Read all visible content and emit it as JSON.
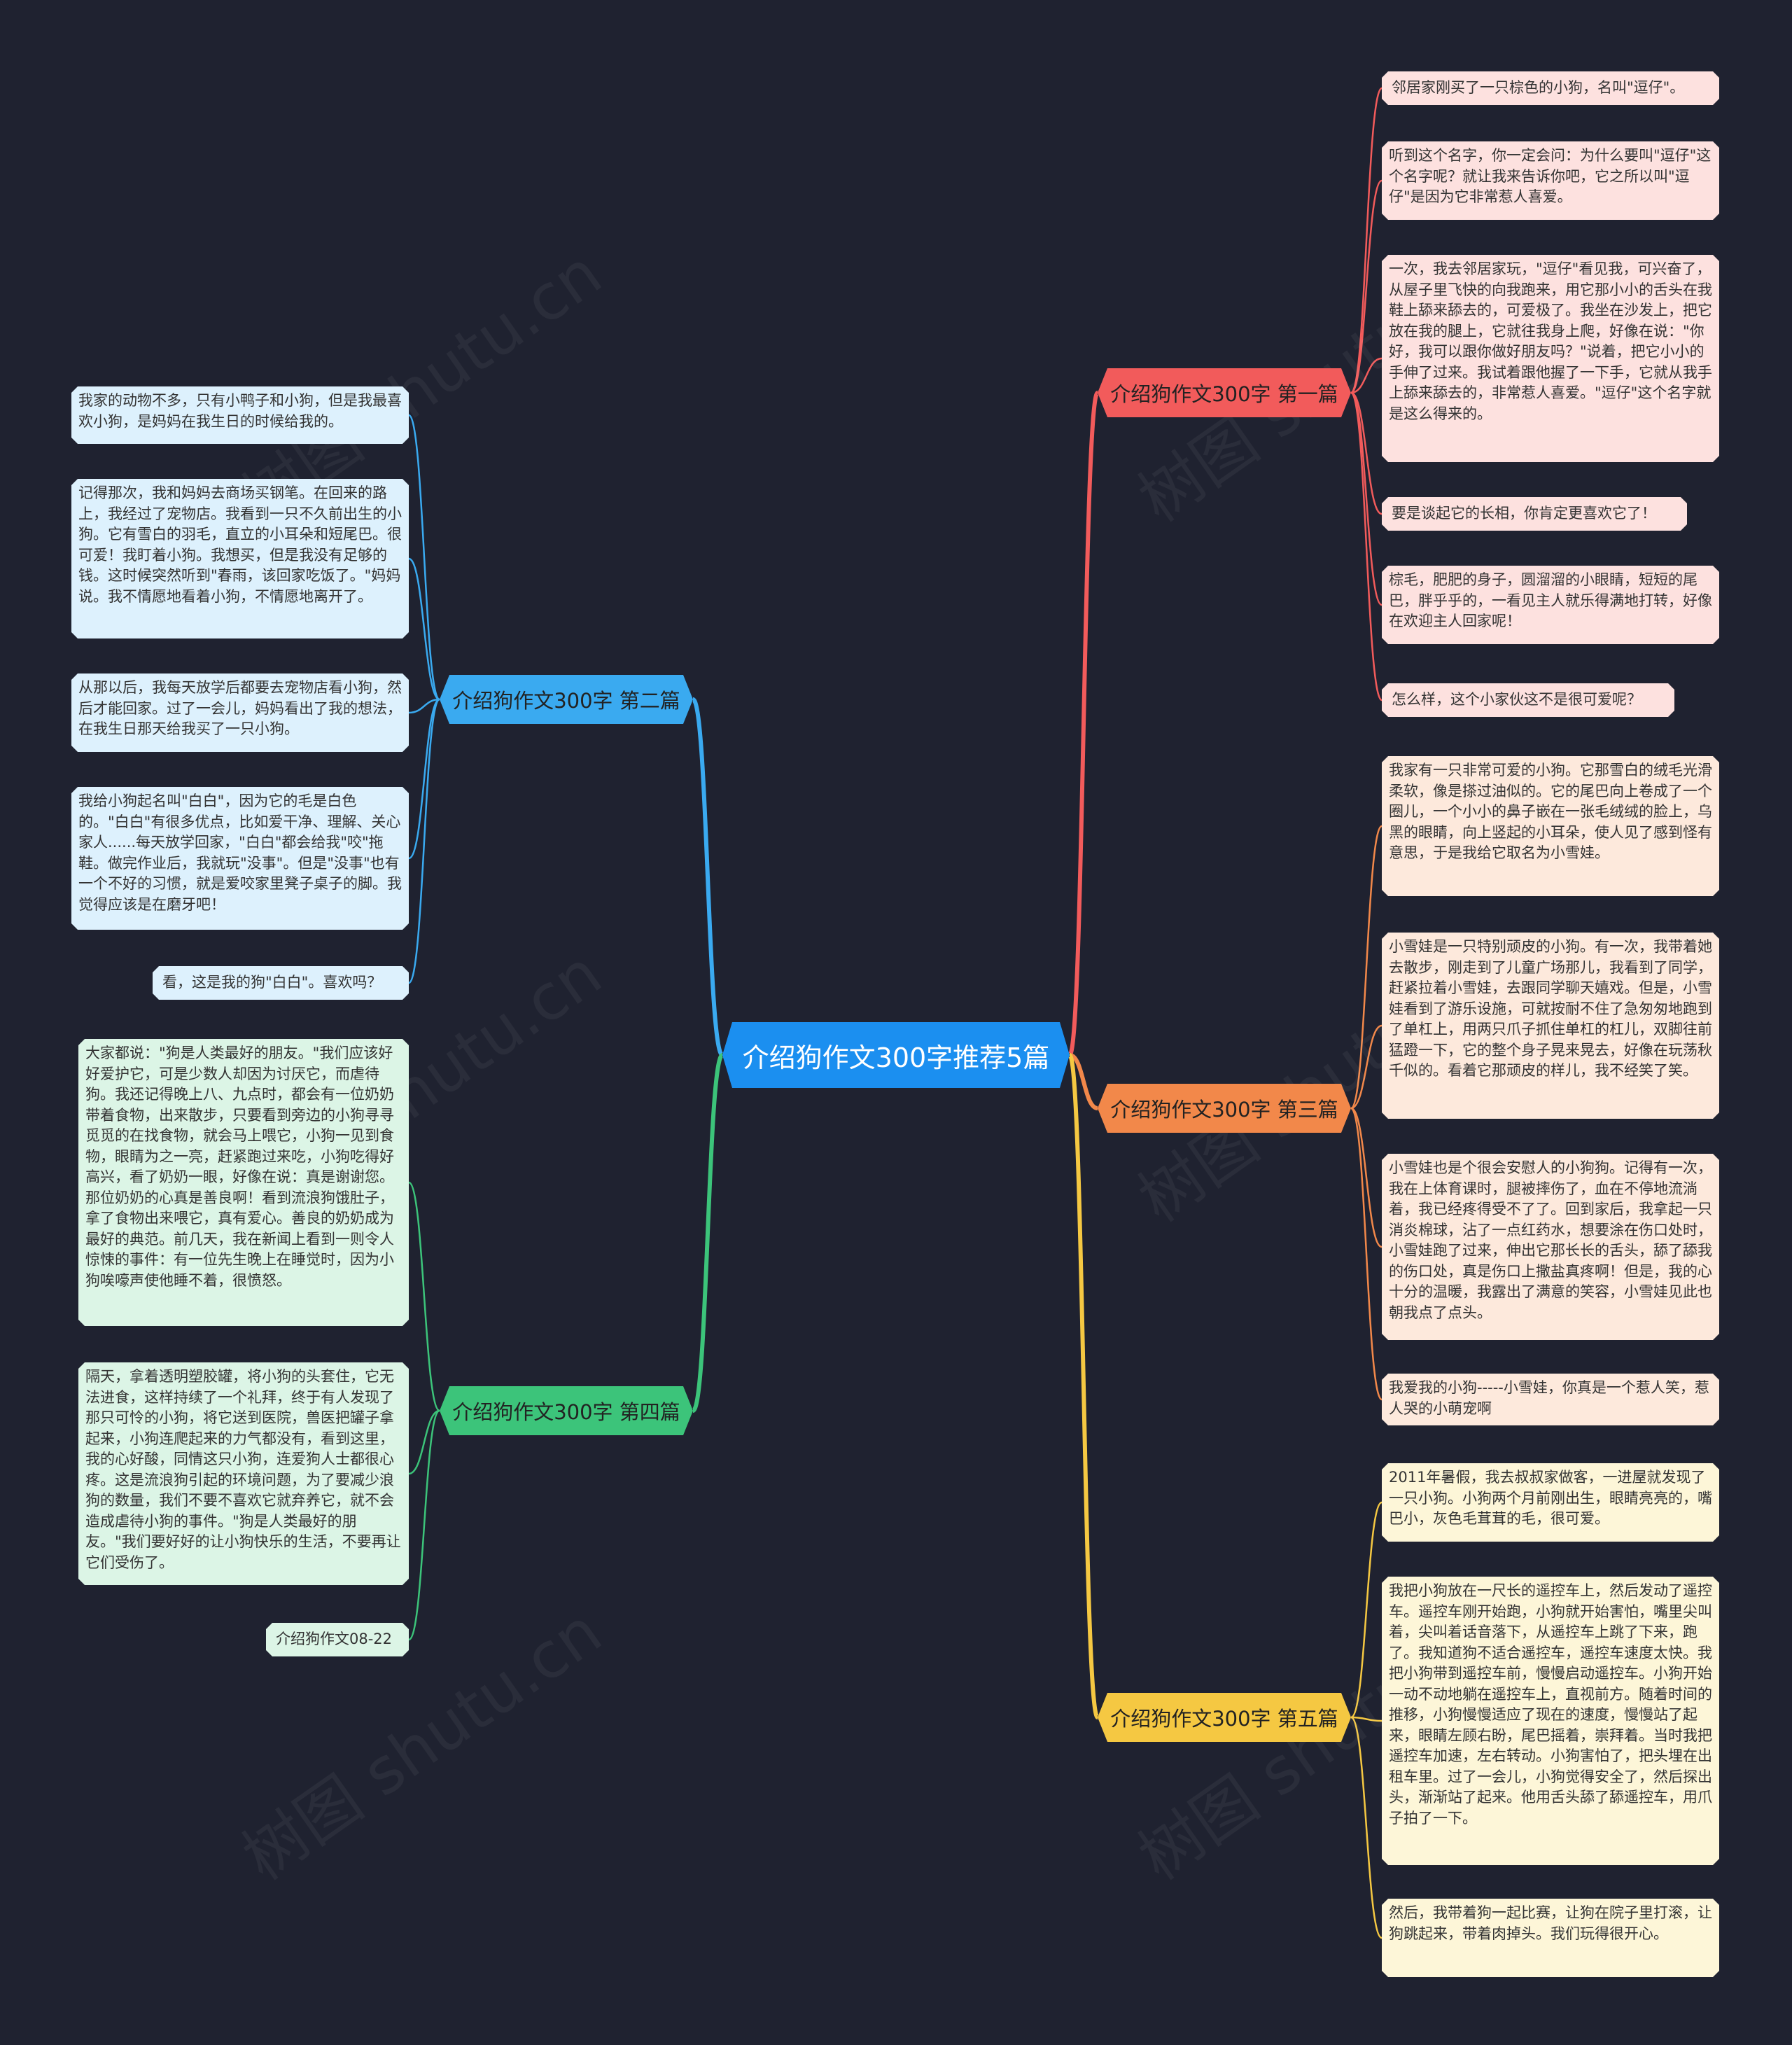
{
  "colors": {
    "background": "#1f2230",
    "root": "#1b8ff0",
    "b1": "#f25b5b",
    "b1_leaf": "#fde1df",
    "b2": "#3aaaf0",
    "b2_leaf": "#ddf1fd",
    "b3": "#f2884a",
    "b3_leaf": "#fde9dc",
    "b4": "#3cc47a",
    "b4_leaf": "#dcf5e6",
    "b5": "#f5c842",
    "b5_leaf": "#fdf6d8"
  },
  "watermark": "树图 shutu.cn",
  "root": "介绍狗作文300字推荐5篇",
  "branches": [
    {
      "label": "介绍狗作文300字 第一篇",
      "leaves": [
        "邻居家刚买了一只棕色的小狗，名叫\"逗仔\"。",
        "听到这个名字，你一定会问：为什么要叫\"逗仔\"这个名字呢？就让我来告诉你吧，它之所以叫\"逗仔\"是因为它非常惹人喜爱。",
        "一次，我去邻居家玩，\"逗仔\"看见我，可兴奋了，从屋子里飞快的向我跑来，用它那小小的舌头在我鞋上舔来舔去的，可爱极了。我坐在沙发上，把它放在我的腿上，它就往我身上爬，好像在说：\"你好，我可以跟你做好朋友吗？\"说着，把它小小的手伸了过来。我试着跟他握了一下手，它就从我手上舔来舔去的，非常惹人喜爱。\"逗仔\"这个名字就是这么得来的。",
        "要是谈起它的长相，你肯定更喜欢它了！",
        "棕毛，肥肥的身子，圆溜溜的小眼睛，短短的尾巴，胖乎乎的，一看见主人就乐得满地打转，好像在欢迎主人回家呢！",
        "怎么样，这个小家伙这不是很可爱呢？"
      ]
    },
    {
      "label": "介绍狗作文300字 第二篇",
      "leaves": [
        "我家的动物不多，只有小鸭子和小狗，但是我最喜欢小狗，是妈妈在我生日的时候给我的。",
        "记得那次，我和妈妈去商场买钢笔。在回来的路上，我经过了宠物店。我看到一只不久前出生的小狗。它有雪白的羽毛，直立的小耳朵和短尾巴。很可爱！我盯着小狗。我想买，但是我没有足够的钱。这时候突然听到\"春雨，该回家吃饭了。\"妈妈说。我不情愿地看着小狗，不情愿地离开了。",
        "从那以后，我每天放学后都要去宠物店看小狗，然后才能回家。过了一会儿，妈妈看出了我的想法，在我生日那天给我买了一只小狗。",
        "我给小狗起名叫\"白白\"，因为它的毛是白色的。\"白白\"有很多优点，比如爱干净、理解、关心家人......每天放学回家，\"白白\"都会给我\"咬\"拖鞋。做完作业后，我就玩\"没事\"。但是\"没事\"也有一个不好的习惯，就是爱咬家里凳子桌子的脚。我觉得应该是在磨牙吧！",
        "看，这是我的狗\"白白\"。喜欢吗？"
      ]
    },
    {
      "label": "介绍狗作文300字 第三篇",
      "leaves": [
        "我家有一只非常可爱的小狗。它那雪白的绒毛光滑柔软，像是搽过油似的。它的尾巴向上卷成了一个圈儿，一个小小的鼻子嵌在一张毛绒绒的脸上，乌黑的眼睛，向上竖起的小耳朵，使人见了感到怪有意思，于是我给它取名为小雪娃。",
        "小雪娃是一只特别顽皮的小狗。有一次，我带着她去散步，刚走到了儿童广场那儿，我看到了同学，赶紧拉着小雪娃，去跟同学聊天嬉戏。但是，小雪娃看到了游乐设施，可就按耐不住了急匆匆地跑到了单杠上，用两只爪子抓住单杠的杠儿，双脚往前猛蹬一下，它的整个身子晃来晃去，好像在玩荡秋千似的。看着它那顽皮的样儿，我不经笑了笑。",
        "小雪娃也是个很会安慰人的小狗狗。记得有一次，我在上体育课时，腿被摔伤了，血在不停地流淌着，我已经疼得受不了了。回到家后，我拿起一只消炎棉球，沾了一点红药水，想要涂在伤口处时，小雪娃跑了过来，伸出它那长长的舌头，舔了舔我的伤口处，真是伤口上撒盐真疼啊！但是，我的心十分的温暖，我露出了满意的笑容，小雪娃见此也朝我点了点头。",
        "我爱我的小狗-----小雪娃，你真是一个惹人笑，惹人哭的小萌宠啊"
      ]
    },
    {
      "label": "介绍狗作文300字 第四篇",
      "leaves": [
        "大家都说：\"狗是人类最好的朋友。\"我们应该好好爱护它，可是少数人却因为讨厌它，而虐待狗。我还记得晚上八、九点时，都会有一位奶奶带着食物，出来散步，只要看到旁边的小狗寻寻觅觅的在找食物，就会马上喂它，小狗一见到食物，眼睛为之一亮，赶紧跑过来吃，小狗吃得好高兴，看了奶奶一眼，好像在说：真是谢谢您。那位奶奶的心真是善良啊！看到流浪狗饿肚子，拿了食物出来喂它，真有爱心。善良的奶奶成为最好的典范。前几天，我在新闻上看到一则令人惊悚的事件：有一位先生晚上在睡觉时，因为小狗唉嚎声使他睡不着，很愤怒。",
        "隔天，拿着透明塑胶罐，将小狗的头套住，它无法进食，这样持续了一个礼拜，终于有人发现了那只可怜的小狗，将它送到医院，兽医把罐子拿起来，小狗连爬起来的力气都没有，看到这里，我的心好酸，同情这只小狗，连爱狗人士都很心疼。这是流浪狗引起的环境问题，为了要减少浪狗的数量，我们不要不喜欢它就弃养它，就不会造成虐待小狗的事件。\"狗是人类最好的朋友。\"我们要好好的让小狗快乐的生活，不要再让它们受伤了。",
        "介绍狗作文08-22"
      ]
    },
    {
      "label": "介绍狗作文300字 第五篇",
      "leaves": [
        "2011年暑假，我去叔叔家做客，一进屋就发现了一只小狗。小狗两个月前刚出生，眼睛亮亮的，嘴巴小，灰色毛茸茸的毛，很可爱。",
        "我把小狗放在一尺长的遥控车上，然后发动了遥控车。遥控车刚开始跑，小狗就开始害怕，嘴里尖叫着，尖叫着话音落下，从遥控车上跳了下来，跑了。我知道狗不适合遥控车，遥控车速度太快。我把小狗带到遥控车前，慢慢启动遥控车。小狗开始一动不动地躺在遥控车上，直视前方。随着时间的推移，小狗慢慢适应了现在的速度，慢慢站了起来，眼睛左顾右盼，尾巴摇着，崇拜着。当时我把遥控车加速，左右转动。小狗害怕了，把头埋在出租车里。过了一会儿，小狗觉得安全了，然后探出头，渐渐站了起来。他用舌头舔了舔遥控车，用爪子拍了一下。",
        "然后，我带着狗一起比赛，让狗在院子里打滚，让狗跳起来，带着肉掉头。我们玩得很开心。"
      ]
    }
  ]
}
